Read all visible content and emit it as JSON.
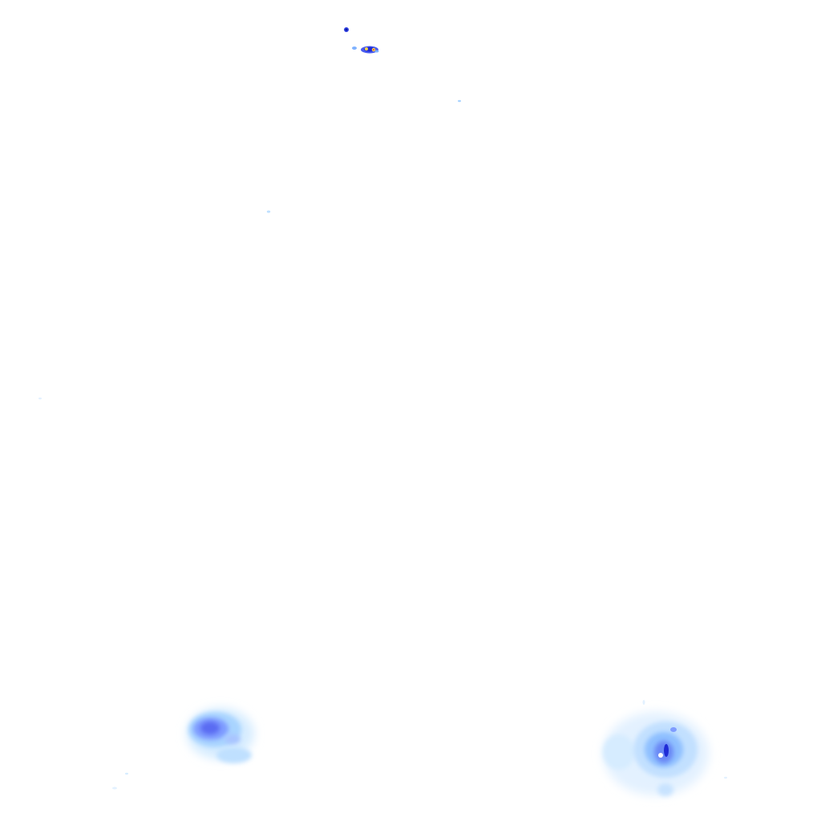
{
  "overlay": {
    "background": "#ffffff",
    "palette": {
      "very_light": "#d6ecff",
      "light": "#a9d4ff",
      "medium": "#7fb2ff",
      "strong": "#5a6cf2",
      "intense": "#1f2bd6",
      "core": "#0a1aa8",
      "highlight": "#ffd54a",
      "hot": "#e2542b"
    },
    "cells": [
      {
        "name": "north-cell",
        "intensity": "intense"
      },
      {
        "name": "southwest-cell",
        "intensity": "strong"
      },
      {
        "name": "southeast-cell",
        "intensity": "strong"
      }
    ],
    "scattered_returns": [
      {
        "name": "stray-echo-a"
      },
      {
        "name": "stray-echo-b"
      },
      {
        "name": "stray-echo-c"
      }
    ]
  }
}
